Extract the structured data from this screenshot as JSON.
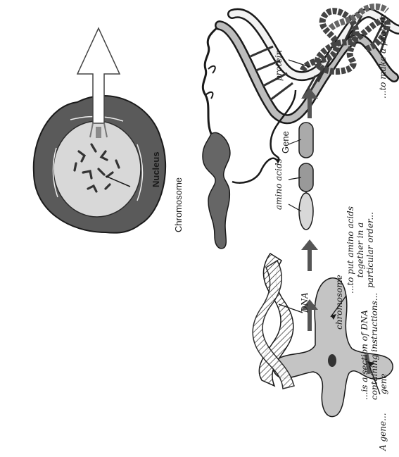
{
  "labels": {
    "nucleus": "Nucleus",
    "chromosome": "Chromosome",
    "gene": "Gene"
  },
  "flow": {
    "gene_small": "gene",
    "chromosome_small": "chromosome",
    "dna": "DNA",
    "amino_acids": "amino acids",
    "protein": "protein"
  },
  "captions": {
    "step1": [
      "A gene..."
    ],
    "step2": [
      "...is a section of DNA",
      "containing instructions..."
    ],
    "step3": [
      "...to put amino acids",
      "together in a",
      "particular order..."
    ],
    "step4": [
      "...to make a protein"
    ]
  },
  "colors": {
    "ink": "#1a1a1a",
    "cell_dark": "#5a5a5a",
    "nucleus_light": "#d8d8d8",
    "chromosome_gray": "#666666",
    "light_gray": "#bdbdbd",
    "arrow_gray": "#555555"
  }
}
